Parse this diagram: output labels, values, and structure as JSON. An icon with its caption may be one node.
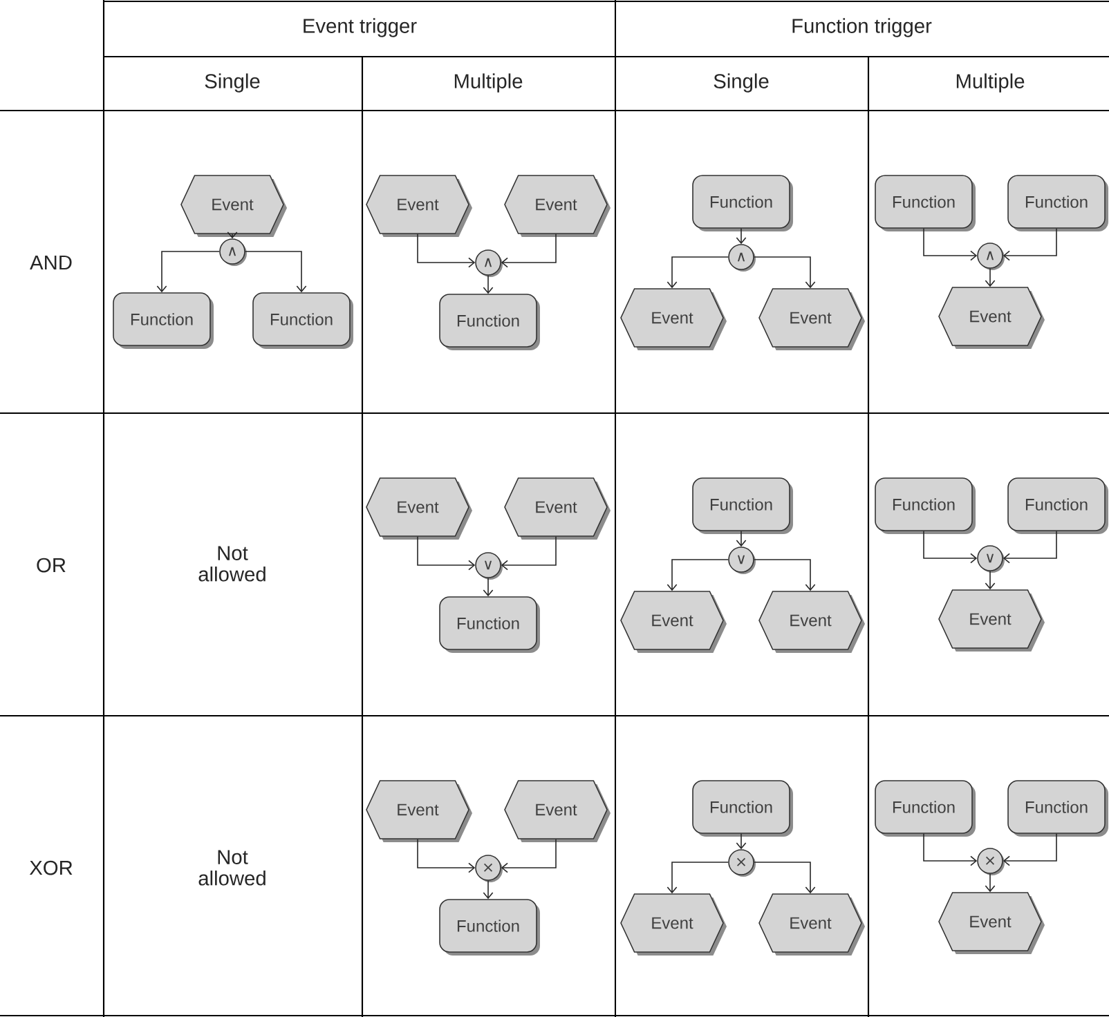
{
  "diagram": {
    "nodes": [
      {
        "text": [
          "Event"
        ]
      },
      {
        "text": [
          "∧"
        ]
      },
      {
        "text": [
          "Function"
        ]
      },
      {
        "text": [
          "Function"
        ]
      },
      {
        "text": [
          "Event"
        ]
      },
      {
        "text": [
          "Event"
        ]
      },
      {
        "text": [
          "∧"
        ]
      },
      {
        "text": [
          "Function"
        ]
      },
      {
        "text": [
          "Function"
        ]
      },
      {
        "text": [
          "∧"
        ]
      },
      {
        "text": [
          "Event"
        ]
      },
      {
        "text": [
          "Event"
        ]
      },
      {
        "text": [
          "Function"
        ]
      },
      {
        "text": [
          "Function"
        ]
      },
      {
        "text": [
          "∧"
        ]
      },
      {
        "text": [
          "Event"
        ]
      },
      {
        "text": [
          "Event"
        ]
      },
      {
        "text": [
          "Event"
        ]
      },
      {
        "text": [
          "∨"
        ]
      },
      {
        "text": [
          "Function"
        ]
      },
      {
        "text": [
          "Function"
        ]
      },
      {
        "text": [
          "∨"
        ]
      },
      {
        "text": [
          "Event"
        ]
      },
      {
        "text": [
          "Event"
        ]
      },
      {
        "text": [
          "Function"
        ]
      },
      {
        "text": [
          "Function"
        ]
      },
      {
        "text": [
          "∨"
        ]
      },
      {
        "text": [
          "Event"
        ]
      },
      {
        "text": [
          "Event"
        ]
      },
      {
        "text": [
          "Event"
        ]
      },
      {
        "text": [
          "×"
        ]
      },
      {
        "text": [
          "Function"
        ]
      },
      {
        "text": [
          "Function"
        ]
      },
      {
        "text": [
          "×"
        ]
      },
      {
        "text": [
          "Event"
        ]
      },
      {
        "text": [
          "Event"
        ]
      },
      {
        "text": [
          "Function"
        ]
      },
      {
        "text": [
          "Function"
        ]
      },
      {
        "text": [
          "×"
        ]
      },
      {
        "text": [
          "Event"
        ]
      }
    ],
    "edges": [
      {
        "from": 0,
        "to": 1,
        "arrow": "to"
      },
      {
        "from": 1,
        "to": 2,
        "arrow": "to"
      },
      {
        "from": 1,
        "to": 3,
        "arrow": "to"
      },
      {
        "from": 4,
        "to": 6,
        "arrow": "to"
      },
      {
        "from": 5,
        "to": 6,
        "arrow": "to"
      },
      {
        "from": 6,
        "to": 7,
        "arrow": "to"
      },
      {
        "from": 8,
        "to": 9,
        "arrow": "to"
      },
      {
        "from": 9,
        "to": 10,
        "arrow": "to"
      },
      {
        "from": 9,
        "to": 11,
        "arrow": "to"
      },
      {
        "from": 12,
        "to": 14,
        "arrow": "to"
      },
      {
        "from": 13,
        "to": 14,
        "arrow": "to"
      },
      {
        "from": 14,
        "to": 15,
        "arrow": "to"
      },
      {
        "from": 16,
        "to": 18,
        "arrow": "to"
      },
      {
        "from": 17,
        "to": 18,
        "arrow": "to"
      },
      {
        "from": 18,
        "to": 19,
        "arrow": "to"
      },
      {
        "from": 20,
        "to": 21,
        "arrow": "to"
      },
      {
        "from": 21,
        "to": 22,
        "arrow": "to"
      },
      {
        "from": 21,
        "to": 23,
        "arrow": "to"
      },
      {
        "from": 24,
        "to": 26,
        "arrow": "to"
      },
      {
        "from": 25,
        "to": 26,
        "arrow": "to"
      },
      {
        "from": 26,
        "to": 27,
        "arrow": "to"
      },
      {
        "from": 28,
        "to": 30,
        "arrow": "to"
      },
      {
        "from": 29,
        "to": 30,
        "arrow": "to"
      },
      {
        "from": 30,
        "to": 31,
        "arrow": "to"
      },
      {
        "from": 32,
        "to": 33,
        "arrow": "to"
      },
      {
        "from": 33,
        "to": 34,
        "arrow": "to"
      },
      {
        "from": 33,
        "to": 35,
        "arrow": "to"
      },
      {
        "from": 36,
        "to": 38,
        "arrow": "to"
      },
      {
        "from": 37,
        "to": 38,
        "arrow": "to"
      },
      {
        "from": 38,
        "to": 39,
        "arrow": "to"
      }
    ],
    "labels": [
      "Event trigger",
      "Function trigger",
      "Single",
      "Multiple",
      "Single",
      "Multiple",
      "AND",
      "OR",
      "Not allowed",
      "XOR",
      "Not allowed"
    ]
  }
}
